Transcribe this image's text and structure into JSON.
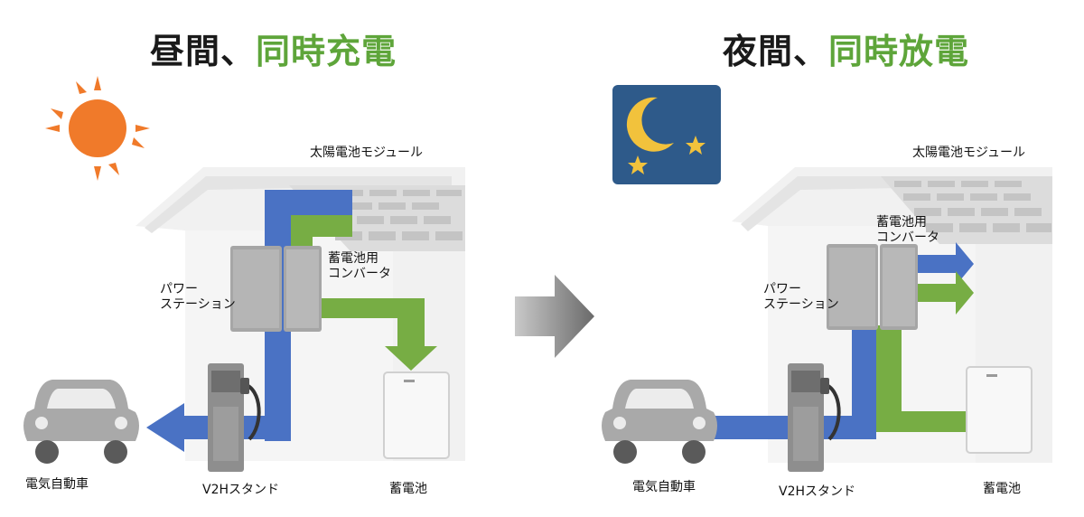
{
  "day": {
    "title_prefix": "昼間、",
    "title_highlight": "同時充電",
    "labels": {
      "solar_module": "太陽電池モジュール",
      "converter_line1": "蓄電池用",
      "converter_line2": "コンバータ",
      "power_station_line1": "パワー",
      "power_station_line2": "ステーション",
      "ev": "電気自動車",
      "v2h_stand": "V2Hスタンド",
      "battery": "蓄電池"
    }
  },
  "night": {
    "title_prefix": "夜間、",
    "title_highlight": "同時放電",
    "labels": {
      "solar_module": "太陽電池モジュール",
      "converter_line1": "蓄電池用",
      "converter_line2": "コンバータ",
      "power_station_line1": "パワー",
      "power_station_line2": "ステーション",
      "ev": "電気自動車",
      "v2h_stand": "V2Hスタンド",
      "battery": "蓄電池"
    }
  },
  "colors": {
    "blue_flow": "#4a72c4",
    "green_flow": "#77ad44",
    "title_highlight": "#5ea53a",
    "sun": "#f07a2a",
    "night_sky": "#2e5a8a",
    "moon_stars": "#f2c23c"
  },
  "icons": {
    "sun": "sun-icon",
    "moon": "moon-icon",
    "transition_arrow": "right-arrow-icon",
    "car": "car-icon"
  }
}
